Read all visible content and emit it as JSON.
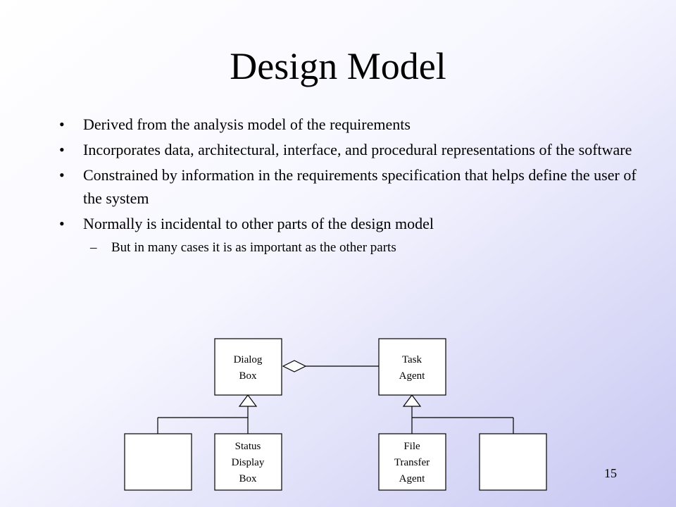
{
  "slide": {
    "title": "Design Model",
    "page_number": "15"
  },
  "bullets": [
    "Derived from the analysis model of the requirements",
    "Incorporates data, architectural, interface, and procedural representations of the software",
    "Constrained by information in the requirements specification that helps define the user of the system",
    "Normally is incidental to other parts of the design model"
  ],
  "sub_bullets": [
    "But in many cases it is as important as the other parts"
  ],
  "diagram": {
    "dialog_box": [
      "Dialog",
      "Box"
    ],
    "task_agent": [
      "Task",
      "Agent"
    ],
    "status_display_box": [
      "Status",
      "Display",
      "Box"
    ],
    "file_transfer_agent": [
      "File",
      "Transfer",
      "Agent"
    ]
  }
}
